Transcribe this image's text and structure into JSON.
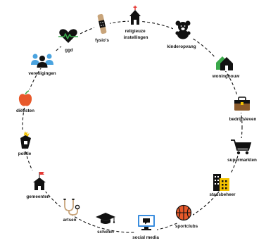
{
  "colors": {
    "ring": "#111111",
    "green": "#3aa84a",
    "red": "#e53935",
    "orange": "#e8592a",
    "blue_people": "#4aa3df",
    "brown": "#8b5a2b",
    "yellow": "#f2c200",
    "screen_blue": "#3a8dde",
    "tan": "#c8a47a"
  },
  "nodes": [
    {
      "key": "religieuze-instellingen",
      "label": [
        "religieuze",
        "instellingen"
      ],
      "icon": "church-icon"
    },
    {
      "key": "kinderopvang",
      "label": [
        "kinderopvang"
      ],
      "icon": "teddy-bear-icon"
    },
    {
      "key": "woningbouw",
      "label": [
        "woningbouw"
      ],
      "icon": "houses-icon"
    },
    {
      "key": "bedrijfsleven",
      "label": [
        "bedrijfsleven"
      ],
      "icon": "briefcase-icon"
    },
    {
      "key": "supermarkten",
      "label": [
        "supermarkten"
      ],
      "icon": "shopping-cart-icon"
    },
    {
      "key": "stadsbeheer",
      "label": [
        "stadsbeheer"
      ],
      "icon": "buildings-icon"
    },
    {
      "key": "sportclubs",
      "label": [
        "sportclubs"
      ],
      "icon": "basketball-icon"
    },
    {
      "key": "social-media",
      "label": [
        "social media"
      ],
      "icon": "monitor-chat-icon"
    },
    {
      "key": "scholen",
      "label": [
        "scholen"
      ],
      "icon": "graduation-cap-icon"
    },
    {
      "key": "artsen",
      "label": [
        "artsen"
      ],
      "icon": "stethoscope-icon"
    },
    {
      "key": "gemeenten",
      "label": [
        "gemeenten"
      ],
      "icon": "town-hall-icon"
    },
    {
      "key": "politie",
      "label": [
        "politie"
      ],
      "icon": "police-badge-icon"
    },
    {
      "key": "dietisten",
      "label": [
        "diëtisten"
      ],
      "icon": "apple-icon"
    },
    {
      "key": "verenigingen",
      "label": [
        "verenigingen"
      ],
      "icon": "people-icon"
    },
    {
      "key": "ggd",
      "label": [
        "ggd"
      ],
      "icon": "heart-pulse-icon"
    },
    {
      "key": "fysios",
      "label": [
        "fysio's"
      ],
      "icon": "bandage-icon"
    }
  ]
}
